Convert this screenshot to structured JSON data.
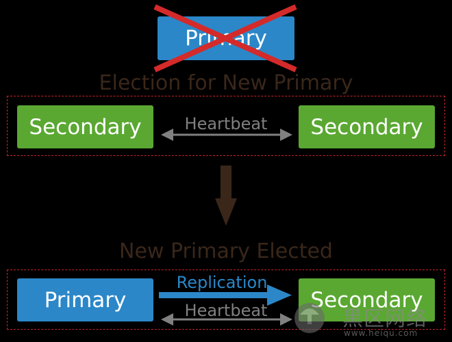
{
  "top": {
    "primary_label": "Primary"
  },
  "election": {
    "heading": "Election for New Primary",
    "left_label": "Secondary",
    "right_label": "Secondary",
    "heartbeat_label": "Heartbeat"
  },
  "result": {
    "heading": "New Primary Elected",
    "primary_label": "Primary",
    "secondary_label": "Secondary",
    "replication_label": "Replication",
    "heartbeat_label": "Heartbeat"
  },
  "watermark": {
    "brand": "黑区网络",
    "url": "www.heiqu.com"
  },
  "colors": {
    "primary_blue": "#2b87c8",
    "secondary_green": "#5aa832",
    "failed_cross": "#d42a2a",
    "heading_brown": "#3a271a",
    "dashed_border": "#c8262c",
    "heartbeat_gray": "#808080",
    "replication_blue": "#2b87c8",
    "background": "#000000"
  }
}
